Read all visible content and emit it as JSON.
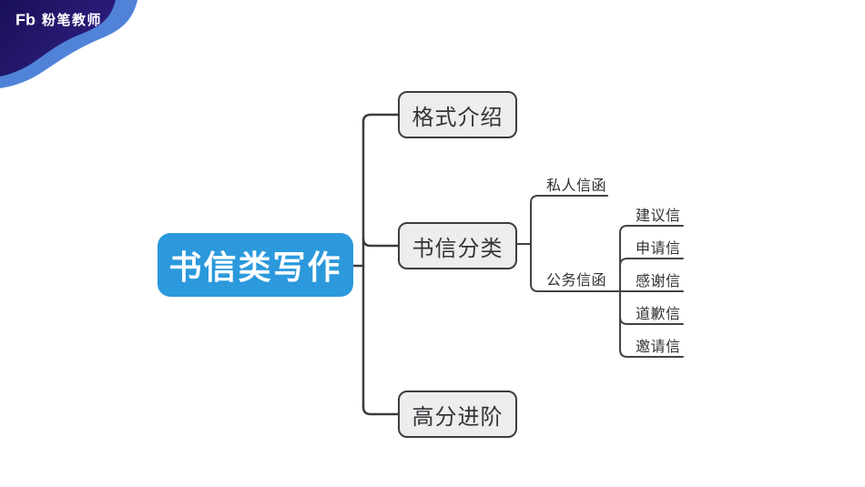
{
  "brand": {
    "logo_mark": "Fb",
    "name": "粉笔教师"
  },
  "mindmap": {
    "root": {
      "label": "书信类写作"
    },
    "branches": [
      {
        "label": "格式介绍"
      },
      {
        "label": "书信分类",
        "children": [
          {
            "label": "私人信函",
            "children": []
          },
          {
            "label": "公务信函",
            "children": [
              {
                "label": "建议信"
              },
              {
                "label": "申请信"
              },
              {
                "label": "感谢信"
              },
              {
                "label": "道歉信"
              },
              {
                "label": "邀请信"
              }
            ]
          }
        ]
      },
      {
        "label": "高分进阶"
      }
    ]
  },
  "colors": {
    "root_fill": "#2b99dc",
    "root_text": "#ffffff",
    "branch_fill": "#ededee",
    "branch_border": "#3d3d40",
    "connector_line": "#3e3e41",
    "label_text": "#323236",
    "wave_dark_start": "#191058",
    "wave_dark_end": "#2e1f80",
    "wave_light": "#5083d8"
  }
}
